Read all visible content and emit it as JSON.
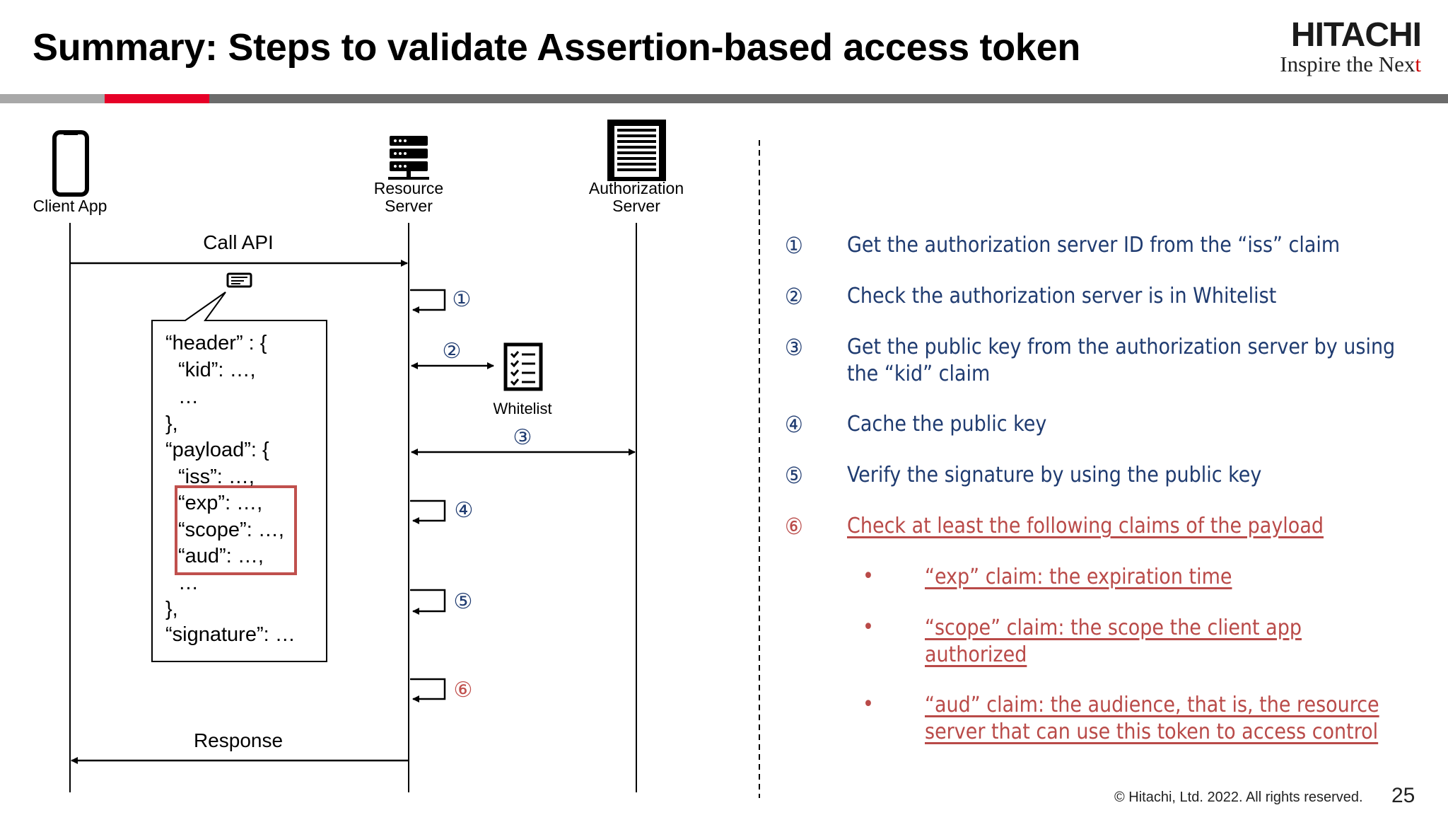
{
  "header": {
    "title": "Summary: Steps to validate Assertion-based access token",
    "logo_main": "HITACHI",
    "logo_sub": "Inspire the Next"
  },
  "actors": {
    "client_app": "Client App",
    "resource_server_line1": "Resource",
    "resource_server_line2": "Server",
    "auth_server_line1": "Authorization",
    "auth_server_line2": "Server",
    "whitelist": "Whitelist"
  },
  "messages": {
    "call_api": "Call API",
    "response": "Response"
  },
  "markers": {
    "m1": "①",
    "m2": "②",
    "m3": "③",
    "m4": "④",
    "m5": "⑤",
    "m6": "⑥"
  },
  "token_lines": [
    "“header” : {",
    "“kid”: …,",
    "…",
    "},",
    "“payload”: {",
    "“iss”: …,",
    "“exp”: …,",
    "“scope”: …,",
    "“aud”: …,",
    "…",
    "},",
    "“signature”: …"
  ],
  "steps": [
    {
      "num": "①",
      "text": "Get the authorization server ID from the “iss” claim"
    },
    {
      "num": "②",
      "text": "Check the authorization server is in Whitelist"
    },
    {
      "num": "③",
      "text": "Get the public key from the authorization server by using the “kid” claim"
    },
    {
      "num": "④",
      "text": "Cache the public key"
    },
    {
      "num": "⑤",
      "text": "Verify the signature by using the public key"
    },
    {
      "num": "⑥",
      "text": "Check at least the following claims of the payload"
    }
  ],
  "bullets": [
    {
      "dot": "•",
      "text": "“exp” claim: the expiration time"
    },
    {
      "dot": "•",
      "text": "“scope” claim: the scope the client app authorized"
    },
    {
      "dot": "•",
      "text": "“aud” claim: the audience, that is, the resource server that can use this token to access control"
    }
  ],
  "footer": {
    "copyright": "© Hitachi, Ltd. 2022. All rights reserved.",
    "page": "25"
  },
  "colors": {
    "accent_red": "#e60027",
    "step_blue": "#1f3b70",
    "step_red": "#b94a48"
  }
}
